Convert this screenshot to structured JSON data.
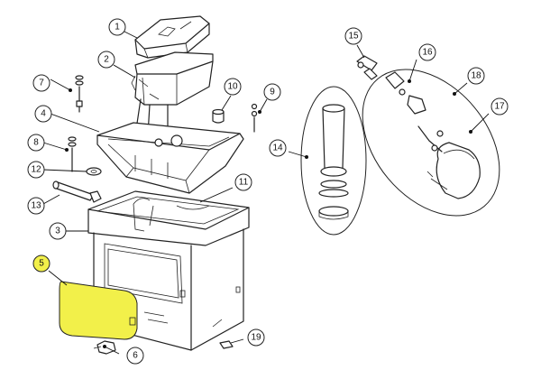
{
  "callouts": [
    {
      "id": "1",
      "label": "1"
    },
    {
      "id": "2",
      "label": "2"
    },
    {
      "id": "3",
      "label": "3"
    },
    {
      "id": "4",
      "label": "4"
    },
    {
      "id": "5",
      "label": "5",
      "highlighted": true
    },
    {
      "id": "6",
      "label": "6"
    },
    {
      "id": "7",
      "label": "7"
    },
    {
      "id": "8",
      "label": "8"
    },
    {
      "id": "9",
      "label": "9"
    },
    {
      "id": "10",
      "label": "10"
    },
    {
      "id": "11",
      "label": "11"
    },
    {
      "id": "12",
      "label": "12"
    },
    {
      "id": "13",
      "label": "13"
    },
    {
      "id": "14",
      "label": "14"
    },
    {
      "id": "15",
      "label": "15"
    },
    {
      "id": "16",
      "label": "16"
    },
    {
      "id": "17",
      "label": "17"
    },
    {
      "id": "18",
      "label": "18"
    },
    {
      "id": "19",
      "label": "19"
    }
  ],
  "colors": {
    "highlight_fill": "#f2f04a",
    "line": "#222222",
    "background": "#ffffff"
  }
}
